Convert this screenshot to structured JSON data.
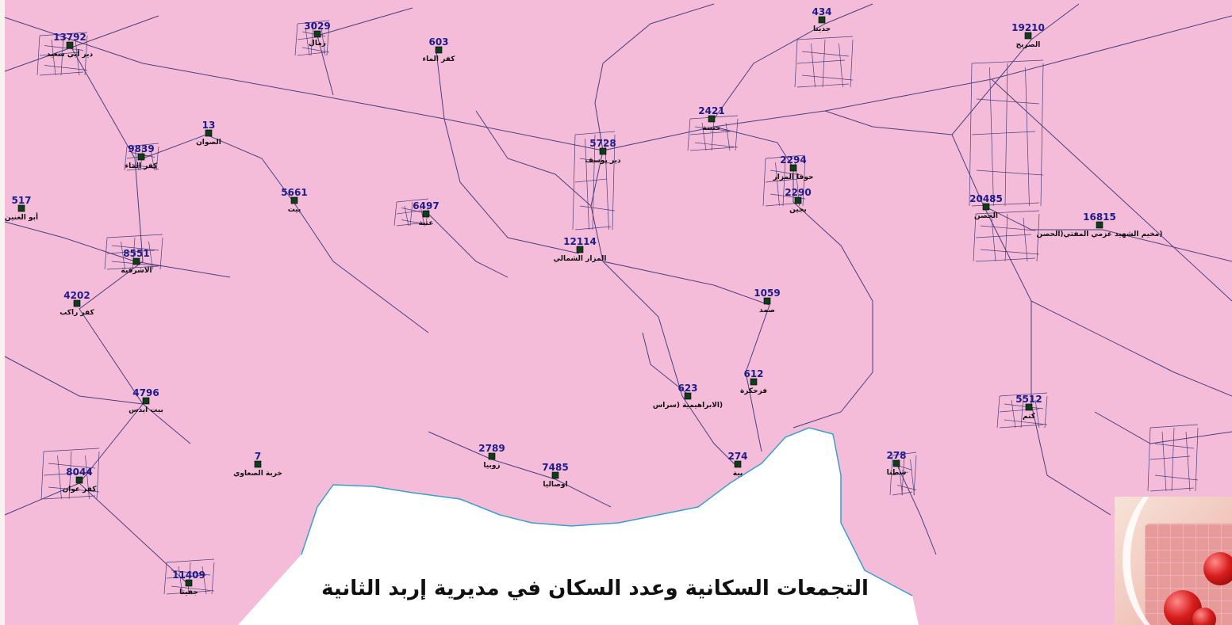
{
  "title": "التجمعات السكانية وعدد السكان في مديرية إربد الثانية",
  "colors": {
    "land": "#f5bcd9",
    "water": "#ffffff",
    "road": "#4a3f7d",
    "shore": "#3aa0c8",
    "population_text": "#1b1b8a",
    "marker": "#0e3d1a"
  },
  "icons": {
    "settlement": "green-square-marker",
    "decoration": "red-spheres"
  },
  "settlements": [
    {
      "id": "s1",
      "population": "13792",
      "name": "دير أبي سعيد"
    },
    {
      "id": "s2",
      "population": "3029",
      "name": "زمال"
    },
    {
      "id": "s3",
      "population": "603",
      "name": "كفر الماء"
    },
    {
      "id": "s4",
      "population": "434",
      "name": "جديتا"
    },
    {
      "id": "s5",
      "population": "19210",
      "name": "الصريح"
    },
    {
      "id": "s6",
      "population": "13",
      "name": "الصوان"
    },
    {
      "id": "s7",
      "population": "9839",
      "name": "كفر الماء"
    },
    {
      "id": "s8",
      "population": "2421",
      "name": "حنينة"
    },
    {
      "id": "s9",
      "population": "5728",
      "name": "دير يوسف"
    },
    {
      "id": "s10",
      "population": "2294",
      "name": "حوفا المزار"
    },
    {
      "id": "s11",
      "population": "517",
      "name": "أبو الغنين"
    },
    {
      "id": "s12",
      "population": "5661",
      "name": "بيت"
    },
    {
      "id": "s13",
      "population": "6497",
      "name": "عنبة"
    },
    {
      "id": "s14",
      "population": "2290",
      "name": "بجين"
    },
    {
      "id": "s15",
      "population": "20485",
      "name": "الحصن"
    },
    {
      "id": "s16",
      "population": "16815",
      "name": "(مخيم الشهيد عزمي المفتي(الحصن"
    },
    {
      "id": "s17",
      "population": "8551",
      "name": "الاشرفية"
    },
    {
      "id": "s18",
      "population": "12114",
      "name": "المزار الشمالي"
    },
    {
      "id": "s19",
      "population": "4202",
      "name": "كفر راكب"
    },
    {
      "id": "s20",
      "population": "1059",
      "name": "صمد"
    },
    {
      "id": "s21",
      "population": "612",
      "name": "فرحكرة"
    },
    {
      "id": "s22",
      "population": "623",
      "name": "(الابراهيمية (سراس"
    },
    {
      "id": "s23",
      "population": "4796",
      "name": "بيت ايدس"
    },
    {
      "id": "s24",
      "population": "5512",
      "name": "كتم"
    },
    {
      "id": "s25",
      "population": "7",
      "name": "خربة الصعاوي"
    },
    {
      "id": "s26",
      "population": "2789",
      "name": "زوبيا"
    },
    {
      "id": "s27",
      "population": "7485",
      "name": "اوصاليا"
    },
    {
      "id": "s28",
      "population": "274",
      "name": "بية"
    },
    {
      "id": "s29",
      "population": "278",
      "name": "شطنا"
    },
    {
      "id": "s30",
      "population": "8044",
      "name": "كفر عوان"
    },
    {
      "id": "s31",
      "population": "11409",
      "name": "جفيتا"
    }
  ]
}
